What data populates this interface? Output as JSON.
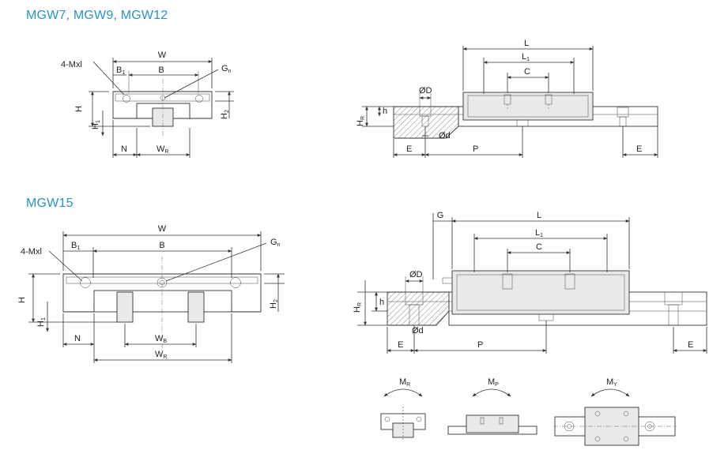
{
  "headings": {
    "small_series": "MGW7, MGW9, MGW12",
    "large_series": "MGW15"
  },
  "labels": {
    "W": "W",
    "B": "B",
    "B1": "B",
    "B1_sub": "1",
    "mxl": "4-Mxl",
    "Gn": "G",
    "Gn_sub": "n",
    "H": "H",
    "H1": "H",
    "H1_sub": "1",
    "H2": "H",
    "H2_sub": "2",
    "N": "N",
    "WR": "W",
    "WR_sub": "R",
    "WB": "W",
    "WB_sub": "B",
    "L": "L",
    "L1": "L",
    "L1_sub": "1",
    "C": "C",
    "D": "ØD",
    "d": "Ød",
    "h": "h",
    "HR": "H",
    "HR_sub": "R",
    "E": "E",
    "P": "P",
    "G": "G",
    "MR": "M",
    "MR_sub": "R",
    "MP": "M",
    "MP_sub": "P",
    "MY": "M",
    "MY_sub": "Y"
  },
  "colors": {
    "heading": "#2a93c9"
  }
}
